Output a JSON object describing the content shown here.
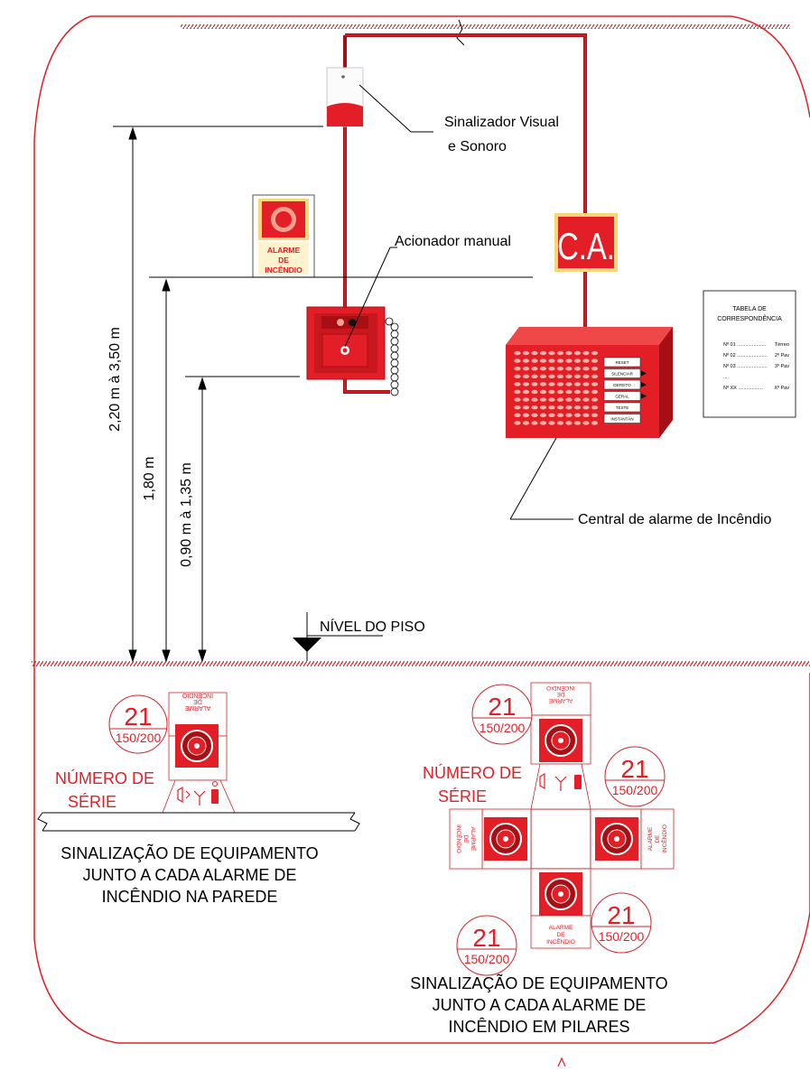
{
  "labels": {
    "siren": [
      "Sinalizador Visual",
      "e Sonoro"
    ],
    "manual": "Acionador manual",
    "central": "Central de alarme de Incêndio",
    "floor": "NÍVEL DO PISO",
    "ca": "C.A.",
    "alarm_sign": [
      "ALARME",
      "DE",
      "INCÊNDIO"
    ]
  },
  "dimensions": {
    "d1": "2,20 m à 3,50 m",
    "d2": "1,80 m",
    "d3": "0,90 m à 1,35 m"
  },
  "panel_buttons": [
    "RESET",
    "SILENCIAR",
    "DEFEITO",
    "GERAL",
    "TESTE",
    "INSTANTÂN"
  ],
  "table": {
    "title": [
      "TABELA DE",
      "CORRESPONDÊNCIA"
    ],
    "rows": [
      {
        "left": "Nº 01 .....................",
        "right": "Térreo"
      },
      {
        "left": "Nº 02 ......................",
        "right": "2º Pav"
      },
      {
        "left": "Nº 03 ......................",
        "right": "3º Pav"
      },
      {
        "left": "...",
        "right": ""
      },
      {
        "left": "Nº XX ..................",
        "right": "Xº Pav"
      }
    ]
  },
  "badge": {
    "number": "21",
    "sub": "150/200"
  },
  "serie_label": [
    "NÚMERO DE",
    "SÉRIE"
  ],
  "captions": {
    "wall": [
      "SINALIZAÇÃO DE EQUIPAMENTO",
      "JUNTO A CADA ALARME DE",
      "INCÊNDIO NA PAREDE"
    ],
    "pillar": [
      "SINALIZAÇÃO DE EQUIPAMENTO",
      "JUNTO A CADA ALARME DE",
      "INCÊNDIO EM PILARES"
    ]
  },
  "colors": {
    "red": "#e41e26",
    "dark_red": "#a70f14",
    "outline": "#d0262c"
  }
}
